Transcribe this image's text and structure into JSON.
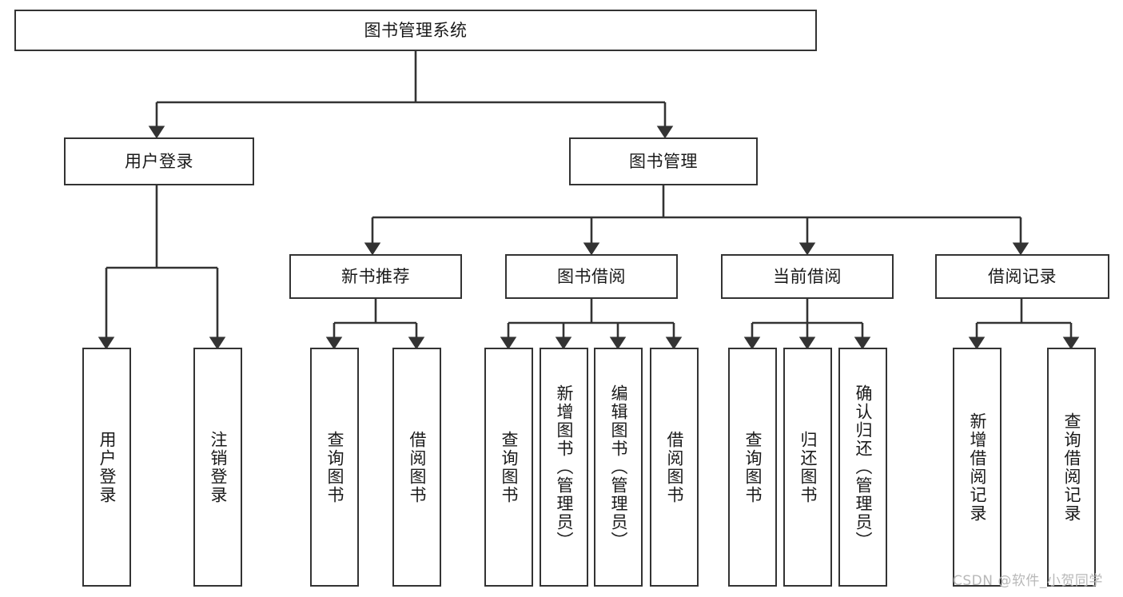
{
  "diagram": {
    "title": "图书管理系统",
    "type": "tree-hierarchy-diagram",
    "watermark": "CSDN @软件_小贺同学",
    "colors": {
      "box_border": "#333333",
      "box_fill": "#ffffff",
      "edge": "#333333",
      "text": "#1a1a1a",
      "watermark": "#b8b8b8"
    }
  },
  "nodes": {
    "root": {
      "label": "图书管理系统"
    },
    "level2": [
      {
        "id": "user-login",
        "label": "用户登录"
      },
      {
        "id": "book-management",
        "label": "图书管理"
      }
    ],
    "level3": [
      {
        "id": "new-book-recommend",
        "label": "新书推荐"
      },
      {
        "id": "book-borrow",
        "label": "图书借阅"
      },
      {
        "id": "current-borrow",
        "label": "当前借阅"
      },
      {
        "id": "borrow-record",
        "label": "借阅记录"
      }
    ],
    "leaves": [
      {
        "id": "leaf-user-login",
        "label": "用户登录",
        "parent": "user-login"
      },
      {
        "id": "leaf-logout-login",
        "label": "注销登录",
        "parent": "user-login"
      },
      {
        "id": "leaf-query-book-1",
        "label": "查询图书",
        "parent": "new-book-recommend"
      },
      {
        "id": "leaf-borrow-book-1",
        "label": "借阅图书",
        "parent": "new-book-recommend"
      },
      {
        "id": "leaf-query-book-2",
        "label": "查询图书",
        "parent": "book-borrow"
      },
      {
        "id": "leaf-add-book",
        "label": "新增图书（管理员）",
        "parent": "book-borrow"
      },
      {
        "id": "leaf-edit-book",
        "label": "编辑图书（管理员）",
        "parent": "book-borrow"
      },
      {
        "id": "leaf-borrow-book-2",
        "label": "借阅图书",
        "parent": "book-borrow"
      },
      {
        "id": "leaf-query-book-3",
        "label": "查询图书",
        "parent": "current-borrow"
      },
      {
        "id": "leaf-return-book",
        "label": "归还图书",
        "parent": "current-borrow"
      },
      {
        "id": "leaf-confirm-return",
        "label": "确认归还（管理员）",
        "parent": "current-borrow"
      },
      {
        "id": "leaf-add-borrow-record",
        "label": "新增借阅记录",
        "parent": "borrow-record"
      },
      {
        "id": "leaf-query-borrow-record",
        "label": "查询借阅记录",
        "parent": "borrow-record"
      }
    ]
  }
}
